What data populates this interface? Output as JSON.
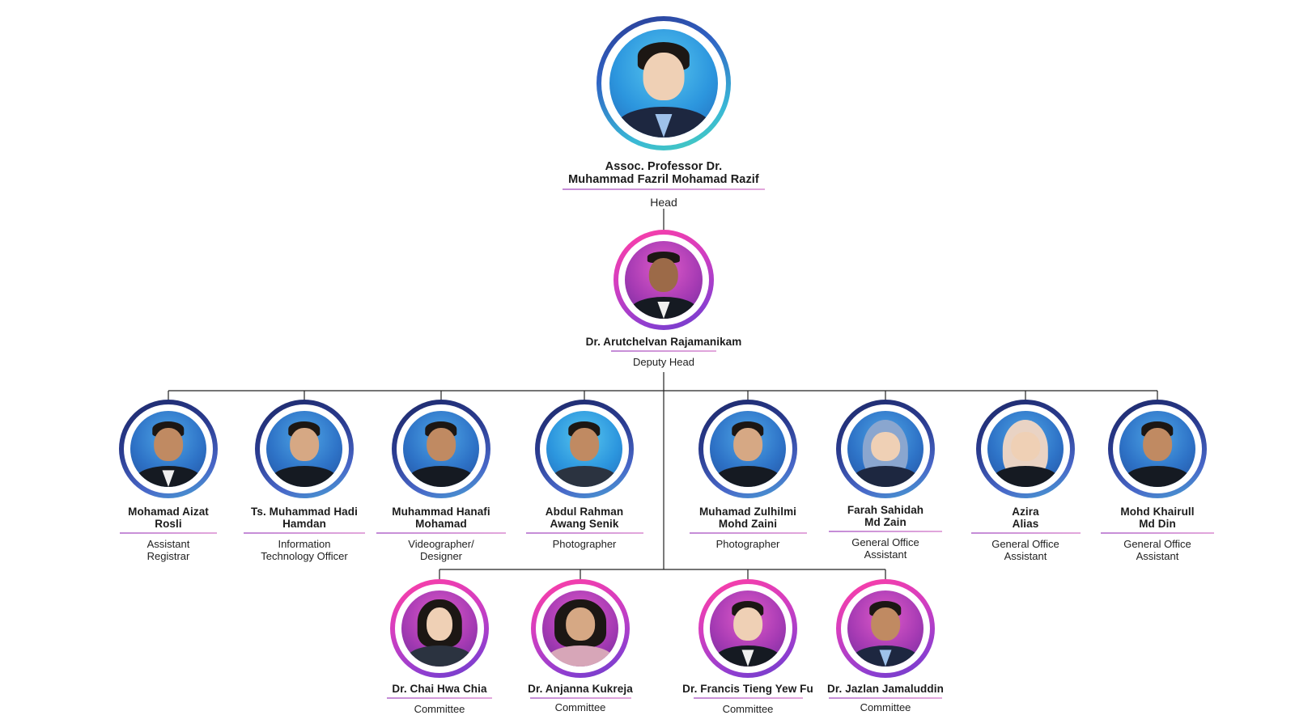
{
  "head": {
    "name_line1": "Assoc. Professor Dr.",
    "name_line2": "Muhammad Fazril Mohamad Razif",
    "role": "Head"
  },
  "deputy": {
    "name": "Dr. Arutchelvan Rajamanikam",
    "role": "Deputy Head"
  },
  "staff": [
    {
      "name_line1": "Mohamad Aizat",
      "name_line2": "Rosli",
      "role_line1": "Assistant",
      "role_line2": "Registrar"
    },
    {
      "name_line1": "Ts. Muhammad Hadi",
      "name_line2": "Hamdan",
      "role_line1": "Information",
      "role_line2": "Technology Officer"
    },
    {
      "name_line1": "Muhammad Hanafi",
      "name_line2": "Mohamad",
      "role_line1": "Videographer/",
      "role_line2": "Designer"
    },
    {
      "name_line1": "Abdul Rahman",
      "name_line2": "Awang Senik",
      "role_line1": "Photographer",
      "role_line2": ""
    },
    {
      "name_line1": "Muhamad Zulhilmi",
      "name_line2": "Mohd Zaini",
      "role_line1": "Photographer",
      "role_line2": ""
    },
    {
      "name_line1": "Farah Sahidah",
      "name_line2": "Md Zain",
      "role_line1": "General Office",
      "role_line2": "Assistant"
    },
    {
      "name_line1": "Azira",
      "name_line2": "Alias",
      "role_line1": "General Office",
      "role_line2": "Assistant"
    },
    {
      "name_line1": "Mohd Khairull",
      "name_line2": "Md Din",
      "role_line1": "General Office",
      "role_line2": "Assistant"
    }
  ],
  "committee": [
    {
      "name": "Dr. Chai Hwa Chia",
      "role": "Committee"
    },
    {
      "name": "Dr. Anjanna Kukreja",
      "role": "Committee"
    },
    {
      "name": "Dr. Francis Tieng Yew Fu",
      "role": "Committee"
    },
    {
      "name": "Dr. Jazlan Jamaluddin",
      "role": "Committee"
    }
  ],
  "colors": {
    "connector": "#222222",
    "accent_rule": "#b065c9"
  }
}
